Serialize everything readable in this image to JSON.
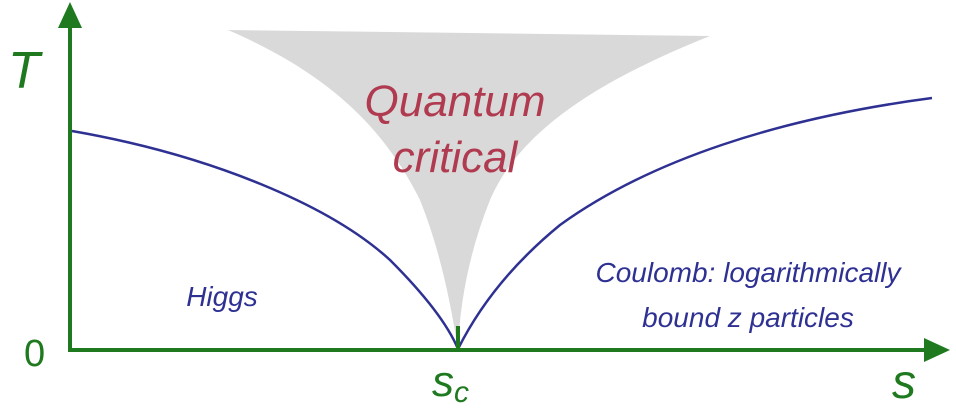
{
  "axes": {
    "y_label": "T",
    "x_label": "s",
    "origin_label": "0",
    "critical_label": "s",
    "critical_subscript": "c"
  },
  "regions": {
    "quantum_critical": [
      "Quantum",
      "critical"
    ],
    "left": "Higgs",
    "right": [
      "Coulomb: logarithmically",
      "bound z particles"
    ]
  },
  "colors": {
    "axis": "#1f7a1f",
    "boundary": "#2e3192",
    "critical_fan": "#d9d9d9",
    "quantum_critical_text": "#b03a4f",
    "region_text": "#2e3192"
  }
}
